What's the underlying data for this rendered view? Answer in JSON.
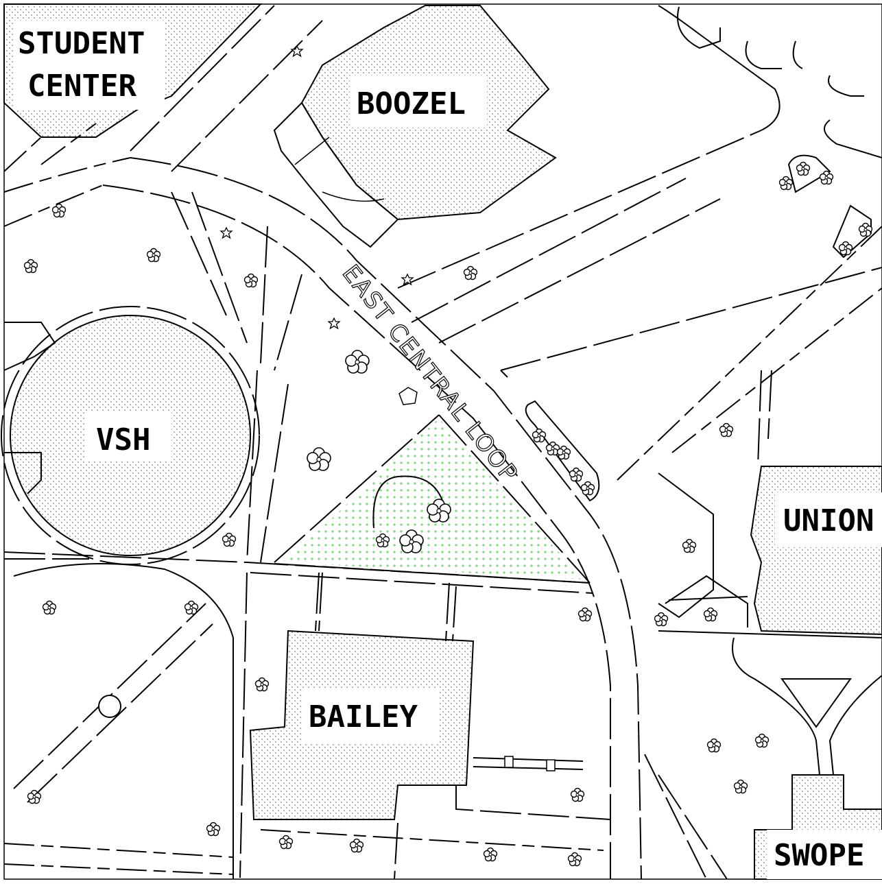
{
  "map": {
    "labels": {
      "student_center_line1": "STUDENT",
      "student_center_line2": "CENTER",
      "boozel": "BOOZEL",
      "vsh": "VSH",
      "union": "UNION",
      "bailey": "BAILEY",
      "swope": "SWOPE"
    },
    "street": "EAST CENTRAL LOOP",
    "colors": {
      "building_fill": "#f2f2f2",
      "highlight_area": "#7fe07f",
      "line": "#000000"
    },
    "icons": [
      "tree-icon",
      "star-icon",
      "landmark-icon"
    ]
  }
}
